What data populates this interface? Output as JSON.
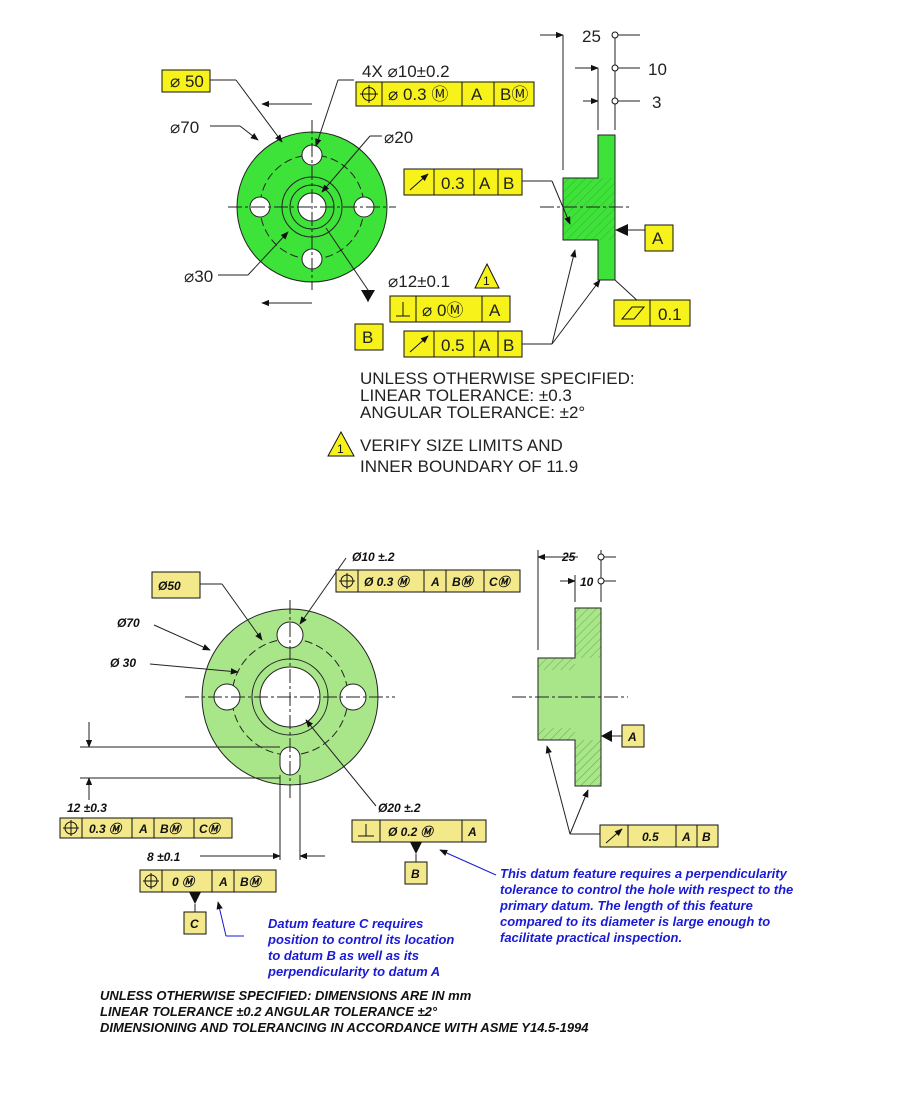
{
  "colors": {
    "green_top": "#3ee33a",
    "green_bottom": "#a9e68a",
    "yellow_top": "#f7f21a",
    "yellow_bottom": "#f4e98a",
    "note_blue": "#1a1ad6"
  },
  "top": {
    "dim_phi50": "⌀ 50",
    "dim_phi70": "⌀70",
    "dim_phi30": "⌀30",
    "dim_phi20": "⌀20",
    "holes": "4X  ⌀10±0.2",
    "fcf_position": [
      "⌀ 0.3 Ⓜ",
      "A",
      "BⓂ"
    ],
    "fcf_runout_1": [
      "0.3",
      "A",
      "B"
    ],
    "fcf_perp": [
      "⌀ 0Ⓜ",
      "A"
    ],
    "fcf_runout_2": [
      "0.5",
      "A",
      "B"
    ],
    "dim_bore": "⌀12±0.1",
    "flag_num": "1",
    "datum_a": "A",
    "datum_b": "B",
    "flatness_value": "0.1",
    "dim_25": "25",
    "dim_10": "10",
    "dim_3": "3",
    "notes": [
      "UNLESS OTHERWISE SPECIFIED:",
      "LINEAR TOLERANCE:       ±0.3",
      "ANGULAR TOLERANCE:  ±2°"
    ],
    "flag_note": [
      "VERIFY SIZE LIMITS AND",
      "INNER BOUNDARY OF 11.9"
    ]
  },
  "bottom": {
    "dim_phi50": "Ø50",
    "dim_phi70": "Ø70",
    "dim_phi30": "Ø 30",
    "dim_holes": "Ø10 ±.2",
    "fcf_position": [
      "Ø 0.3 Ⓜ",
      "A",
      "BⓂ",
      "CⓂ"
    ],
    "dim_12": "12 ±0.3",
    "fcf_c": [
      "0.3 Ⓜ",
      "A",
      "BⓂ",
      "CⓂ"
    ],
    "dim_8": "8 ±0.1",
    "fcf_zero": [
      "0  Ⓜ",
      "A",
      "BⓂ"
    ],
    "datum_c": "C",
    "dim_phi20": "Ø20 ±.2",
    "fcf_perp": [
      "Ø 0.2  Ⓜ",
      "A"
    ],
    "datum_b": "B",
    "datum_a": "A",
    "dim_25": "25",
    "dim_10": "10",
    "fcf_runout": [
      "0.5",
      "A",
      "B"
    ],
    "blue_note_b": [
      "This datum feature requires a perpendicularity",
      "tolerance to control the hole with respect to the",
      "primary datum.  The length of this feature",
      "compared to its diameter is large enough to",
      "facilitate practical inspection."
    ],
    "blue_note_c": [
      "Datum feature C requires",
      "position to control its location",
      "to datum B as well as its",
      "perpendicularity to datum A"
    ],
    "notes": [
      "UNLESS OTHERWISE SPECIFIED:  DIMENSIONS ARE IN mm",
      "LINEAR TOLERANCE ±0.2              ANGULAR TOLERANCE ±2°",
      "DIMENSIONING AND TOLERANCING IN ACCORDANCE WITH ASME Y14.5-1994"
    ]
  }
}
